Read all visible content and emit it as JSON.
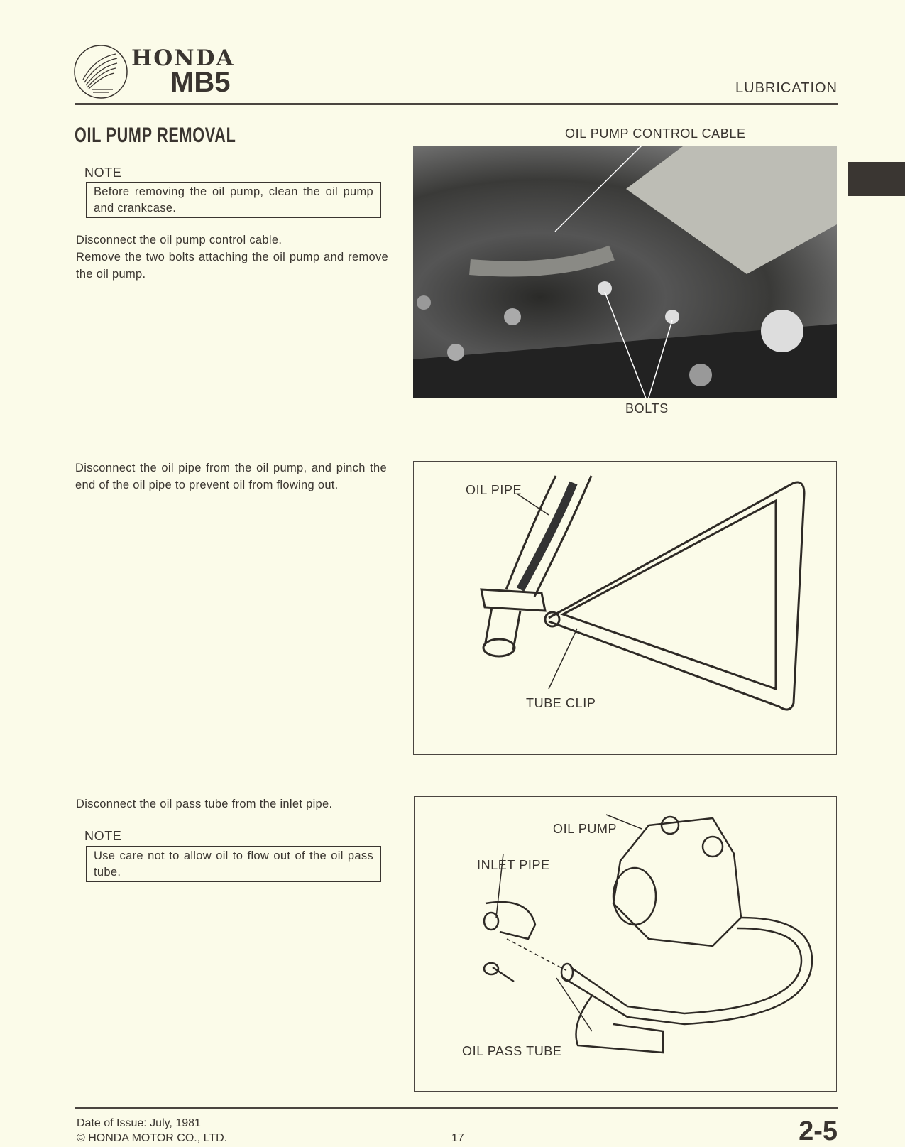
{
  "header": {
    "brand": "HONDA",
    "model": "MB5",
    "section": "LUBRICATION"
  },
  "title": "OIL PUMP REMOVAL",
  "step1": {
    "note_label": "NOTE",
    "note_text": "Before removing the oil pump, clean the oil pump and crankcase.",
    "line1": "Disconnect the oil pump control cable.",
    "line2": "Remove the two bolts attaching the oil pump and remove the oil pump.",
    "photo_labels": {
      "cable": "OIL PUMP CONTROL CABLE",
      "bolts": "BOLTS"
    }
  },
  "step2": {
    "text": "Disconnect the oil pipe from the oil pump, and pinch the end of the oil pipe to prevent oil from flowing out.",
    "figure_labels": {
      "pipe": "OIL PIPE",
      "clip": "TUBE CLIP"
    }
  },
  "step3": {
    "text": "Disconnect the oil pass tube from the inlet pipe.",
    "note_label": "NOTE",
    "note_text": "Use care not to allow oil to flow out of the oil pass tube.",
    "figure_labels": {
      "pump": "OIL PUMP",
      "inlet": "INLET PIPE",
      "tube": "OIL PASS TUBE"
    }
  },
  "footer": {
    "date": "Date of Issue: July, 1981",
    "copyright": "© HONDA MOTOR CO., LTD.",
    "page_number": "17",
    "section_page": "2-5"
  }
}
